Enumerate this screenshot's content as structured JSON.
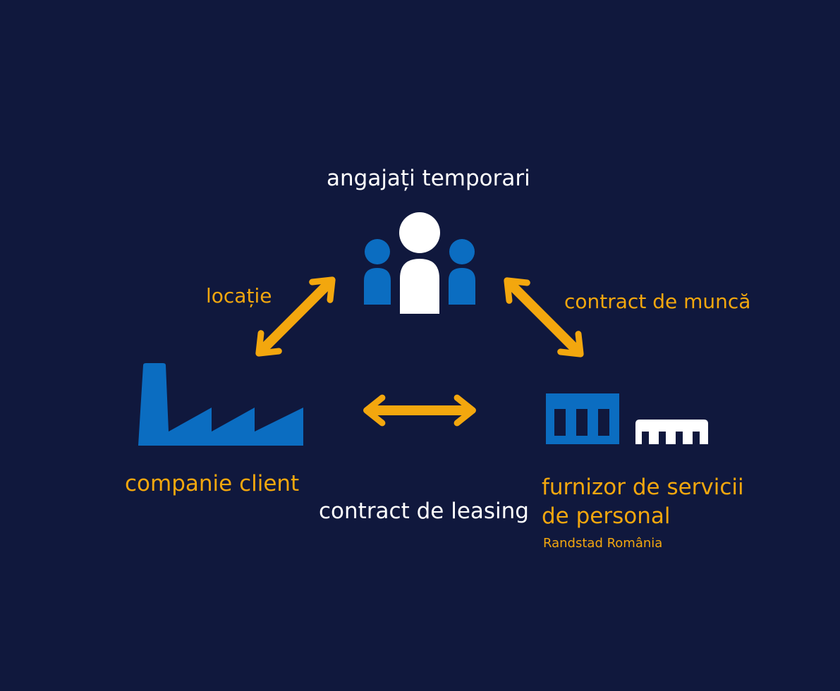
{
  "colors": {
    "background": "#10183d",
    "icon_blue": "#0b6dc1",
    "icon_white": "#ffffff",
    "arrow_yellow": "#f3a70e",
    "text_white": "#ffffff",
    "text_yellow": "#f3a70e"
  },
  "icons": {
    "workers": "people-group-icon",
    "client": "factory-icon",
    "provider": "office-building-icon"
  },
  "labels": {
    "workers": "angajați temporari",
    "location": "locație",
    "employment_contract": "contract de muncă",
    "client": "companie client",
    "leasing_contract": "contract de leasing",
    "provider_line1": "furnizor de servicii",
    "provider_line2": "de personal",
    "provider_brand": "Randstad România"
  }
}
